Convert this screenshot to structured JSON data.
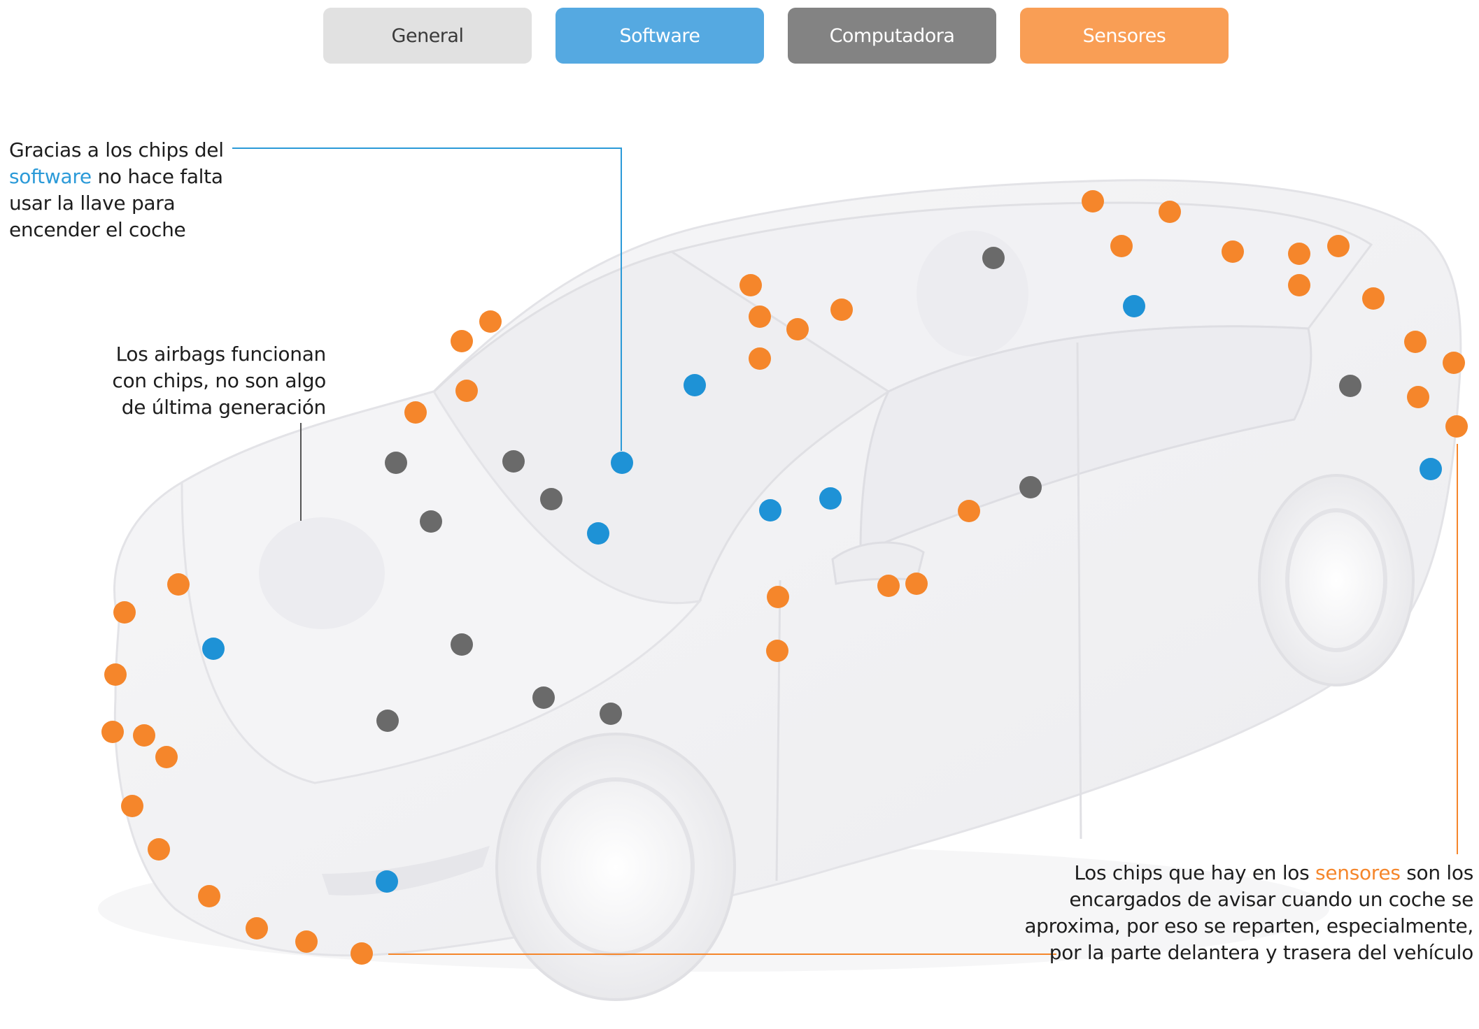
{
  "tabs": [
    {
      "id": "general",
      "label": "General",
      "bg": "#e1e1e1",
      "fg": "#3a3a3a"
    },
    {
      "id": "software",
      "label": "Software",
      "bg": "#55a9e1",
      "fg": "#ffffff"
    },
    {
      "id": "computadora",
      "label": "Computadora",
      "bg": "#838383",
      "fg": "#ffffff"
    },
    {
      "id": "sensores",
      "label": "Sensores",
      "bg": "#f99e55",
      "fg": "#ffffff"
    }
  ],
  "annotations": {
    "software": {
      "before": "Gracias a los chips del ",
      "highlight": "software",
      "after": " no hace falta usar la llave para encender el coche"
    },
    "airbags": {
      "text": "Los airbags funcionan con chips, no son algo de última generación"
    },
    "sensores": {
      "before": "Los chips que hay en los ",
      "highlight": "sensores",
      "after": " son los encargados de avisar cuando un coche se aproxima, por eso se reparten, especialmente, por la parte delantera y trasera del vehículo"
    }
  },
  "colors": {
    "sensor": "#f5862b",
    "software": "#1e92d6",
    "computadora": "#6a6a6a",
    "car_body": "#f3f3f5",
    "car_line": "#e2e2e6"
  },
  "chip_categories": [
    "sensor",
    "software",
    "computadora"
  ]
}
